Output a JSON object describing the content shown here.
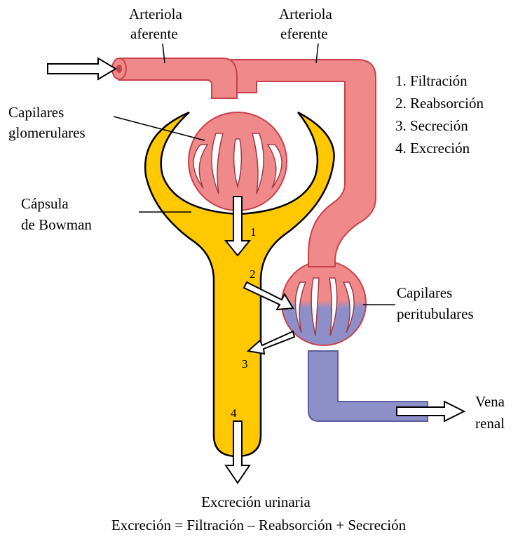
{
  "labels": {
    "afferent_line1": "Arteriola",
    "afferent_line2": "aferente",
    "efferent_line1": "Arteriola",
    "efferent_line2": "eferente",
    "glomerular_line1": "Capilares",
    "glomerular_line2": "glomerulares",
    "bowman_line1": "Cápsula",
    "bowman_line2": "de Bowman",
    "peritubular_line1": "Capilares",
    "peritubular_line2": "peritubulares",
    "vein_line1": "Vena",
    "vein_line2": "renal",
    "urinary_excretion": "Excreción urinaria",
    "equation": "Excreción = Filtración – Reabsorción + Secreción"
  },
  "processes": [
    {
      "number": "1",
      "name": "Filtración",
      "text": "1. Filtración"
    },
    {
      "number": "2",
      "name": "Reabsorción",
      "text": "2. Reabsorción"
    },
    {
      "number": "3",
      "name": "Secreción",
      "text": "3. Secreción"
    },
    {
      "number": "4",
      "name": "Excreción",
      "text": "4. Excreción"
    }
  ],
  "colors": {
    "artery_fill": "#F08A8A",
    "artery_stroke": "#C8414C",
    "vein_fill": "#8E8FC9",
    "vein_stroke": "#5C5E9E",
    "capsule_fill": "#FFC800",
    "capsule_stroke": "#000000",
    "arrow_fill": "#FFFFFF",
    "arrow_stroke": "#000000"
  }
}
